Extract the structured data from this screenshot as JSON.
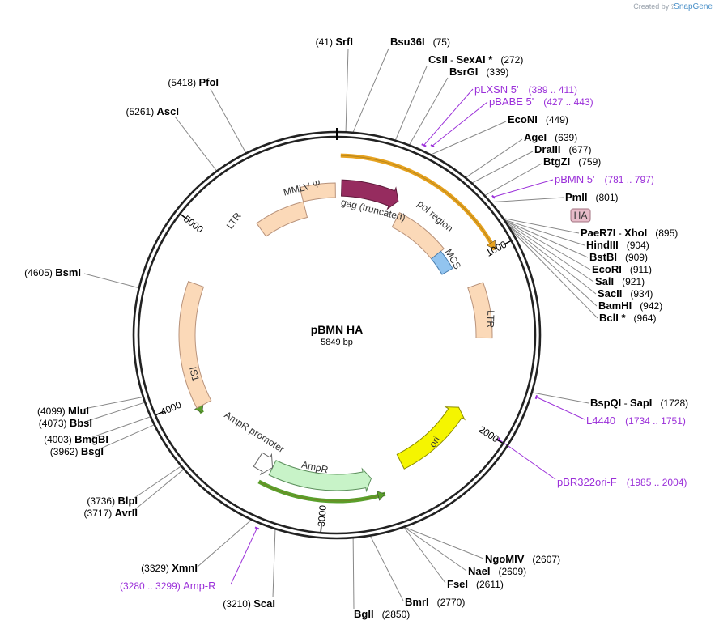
{
  "credit": {
    "prefix": "Created by",
    "brand": "SnapGene"
  },
  "plasmid": {
    "name": "pBMN HA",
    "length": "5849 bp"
  },
  "ticks": [
    "1000",
    "2000",
    "3000",
    "4000",
    "5000"
  ],
  "features": [
    {
      "id": "ltr-left",
      "label": "LTR",
      "color": "#fbd9b8",
      "stroke": "#b8927a"
    },
    {
      "id": "mmlv",
      "label": "MMLV Ψ",
      "color": "#fbd9b8",
      "stroke": "#b8927a"
    },
    {
      "id": "gag",
      "label": "gag (truncated)",
      "color": "#962c5f",
      "stroke": "#5e1a3b"
    },
    {
      "id": "pol",
      "label": "pol region",
      "color": "#fbd9b8",
      "stroke": "#b8927a"
    },
    {
      "id": "mcs",
      "label": "MCS",
      "color": "#92c4ef",
      "stroke": "#4a7fb0"
    },
    {
      "id": "ltr-right",
      "label": "LTR",
      "color": "#fbd9b8",
      "stroke": "#b8927a"
    },
    {
      "id": "ori",
      "label": "ori",
      "color": "#f5f500",
      "stroke": "#8b8b00"
    },
    {
      "id": "ampr",
      "label": "AmpR",
      "color": "#c8f3c8",
      "stroke": "#5b8f5b"
    },
    {
      "id": "ampr-promoter",
      "label": "AmpR promoter",
      "color": "#ffffff",
      "stroke": "#666666"
    },
    {
      "id": "is1",
      "label": "IS1",
      "color": "#fbd9b8",
      "stroke": "#b8927a"
    }
  ],
  "orfs": [
    {
      "id": "orf-gag",
      "color": "#e6a21f"
    },
    {
      "id": "orf-is1",
      "color": "#5aa02c"
    },
    {
      "id": "orf-ampr",
      "color": "#5aa02c"
    }
  ],
  "ha_tag": {
    "label": "HA",
    "color": "#e7bcc9"
  },
  "enzymes": [
    {
      "name": "SrfI",
      "pos": "(41)"
    },
    {
      "name": "Bsu36I",
      "pos": "(75)"
    },
    {
      "name": "CsII",
      "name2": "SexAI *",
      "pos": "(272)"
    },
    {
      "name": "BsrGI",
      "pos": "(339)"
    },
    {
      "name": "EcoNI",
      "pos": "(449)"
    },
    {
      "name": "AgeI",
      "pos": "(639)"
    },
    {
      "name": "DraIII",
      "pos": "(677)"
    },
    {
      "name": "BtgZI",
      "pos": "(759)"
    },
    {
      "name": "PmlI",
      "pos": "(801)"
    },
    {
      "name": "PaeR7I",
      "name2": "XhoI",
      "pos": "(895)"
    },
    {
      "name": "HindIII",
      "pos": "(904)"
    },
    {
      "name": "BstBI",
      "pos": "(909)"
    },
    {
      "name": "EcoRI",
      "pos": "(911)"
    },
    {
      "name": "SalI",
      "pos": "(921)"
    },
    {
      "name": "SacII",
      "pos": "(934)"
    },
    {
      "name": "BamHI",
      "pos": "(942)"
    },
    {
      "name": "BclI *",
      "pos": "(964)"
    },
    {
      "name": "BspQI",
      "name2": "SapI",
      "pos": "(1728)"
    },
    {
      "name": "NgoMIV",
      "pos": "(2607)"
    },
    {
      "name": "NaeI",
      "pos": "(2609)"
    },
    {
      "name": "FseI",
      "pos": "(2611)"
    },
    {
      "name": "BmrI",
      "pos": "(2770)"
    },
    {
      "name": "BglI",
      "pos": "(2850)"
    },
    {
      "name": "ScaI",
      "pos": "(3210)"
    },
    {
      "name": "XmnI",
      "pos": "(3329)"
    },
    {
      "name": "AvrII",
      "pos": "(3717)"
    },
    {
      "name": "BlpI",
      "pos": "(3736)"
    },
    {
      "name": "BsgI",
      "pos": "(3962)"
    },
    {
      "name": "BmgBI",
      "pos": "(4003)"
    },
    {
      "name": "BbsI",
      "pos": "(4073)"
    },
    {
      "name": "MluI",
      "pos": "(4099)"
    },
    {
      "name": "BsmI",
      "pos": "(4605)"
    },
    {
      "name": "AscI",
      "pos": "(5261)"
    },
    {
      "name": "PfoI",
      "pos": "(5418)"
    }
  ],
  "primers": [
    {
      "name": "pLXSN 5'",
      "range": "(389 .. 411)"
    },
    {
      "name": "pBABE 5'",
      "range": "(427 .. 443)"
    },
    {
      "name": "pBMN 5'",
      "range": "(781 .. 797)"
    },
    {
      "name": "L4440",
      "range": "(1734 .. 1751)"
    },
    {
      "name": "pBR322ori-F",
      "range": "(1985 .. 2004)"
    },
    {
      "name": "Amp-R",
      "range": "(3280 .. 3299)"
    }
  ],
  "colors": {
    "primer": "#9b30d9",
    "backbone": "#222222",
    "line": "#888888"
  }
}
